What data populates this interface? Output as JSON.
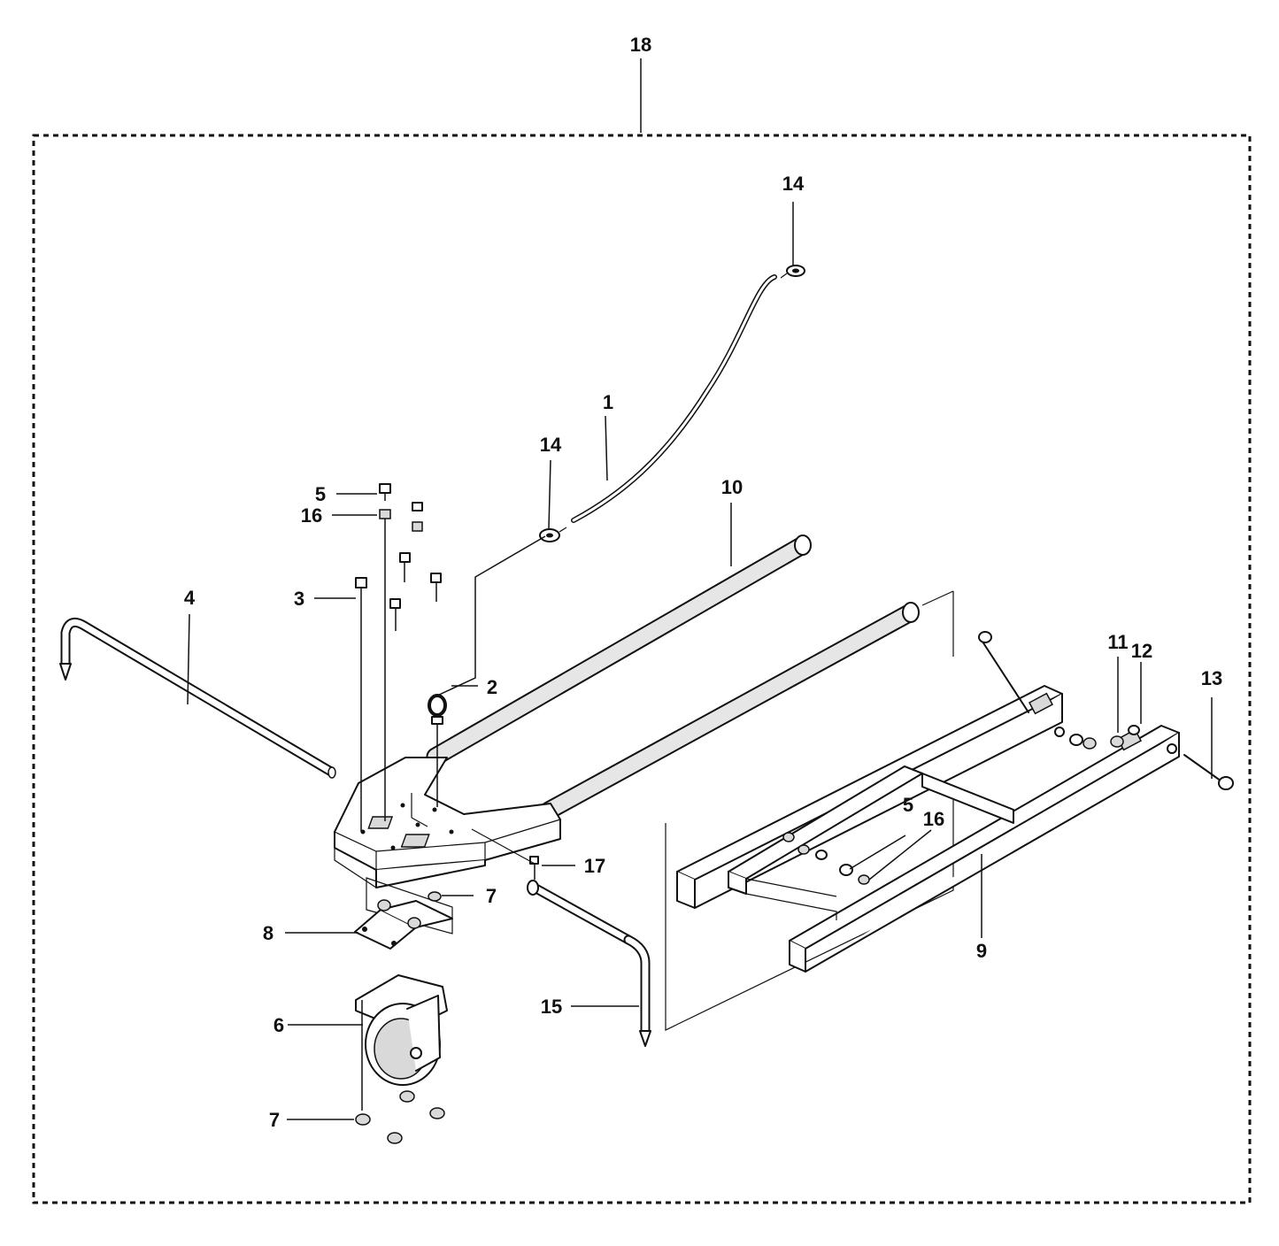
{
  "callouts": {
    "c18": "18",
    "c14_top": "14",
    "c1": "1",
    "c14_mid": "14",
    "c10": "10",
    "c5_left": "5",
    "c16_left": "16",
    "c3": "3",
    "c4": "4",
    "c2": "2",
    "c11": "11",
    "c12": "12",
    "c13": "13",
    "c5_right": "5",
    "c16_right": "16",
    "c17": "17",
    "c7_upper": "7",
    "c8": "8",
    "c9": "9",
    "c15": "15",
    "c6": "6",
    "c7_lower": "7"
  }
}
